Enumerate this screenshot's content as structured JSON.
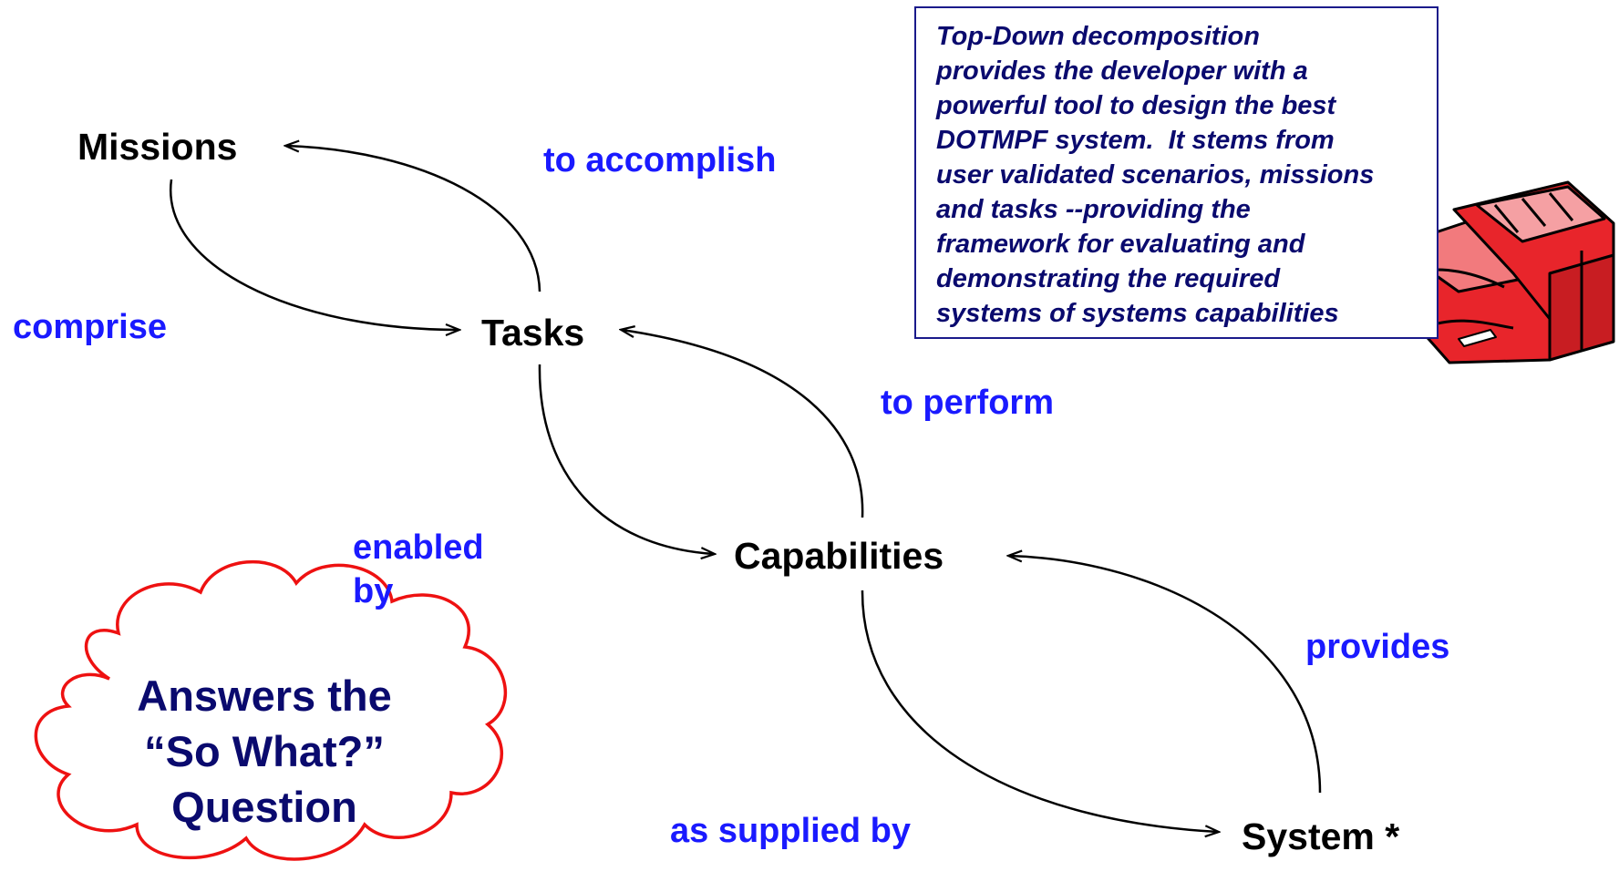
{
  "nodes": {
    "missions": "Missions",
    "tasks": "Tasks",
    "capabilities": "Capabilities",
    "system": "System *"
  },
  "relations": {
    "to_accomplish": "to accomplish",
    "comprise": "comprise",
    "to_perform": "to perform",
    "enabled_by_line1": "enabled",
    "enabled_by_line2": "by",
    "provides": "provides",
    "as_supplied_by": "as supplied by"
  },
  "callout": {
    "lines": [
      "Top-Down decomposition",
      "provides the developer with a",
      "powerful tool to design the best",
      "DOTMPF system.  It stems from",
      "user validated scenarios, missions",
      "and tasks --providing the",
      "framework for evaluating and",
      "demonstrating the required",
      "systems of systems capabilities"
    ]
  },
  "cloud": {
    "lines": [
      "Answers the",
      "“So What?”",
      "Question"
    ]
  },
  "colors": {
    "relation_text": "#1a1aff",
    "callout_text": "#0a0a6e",
    "cloud_outline": "#ee1111",
    "toolbox_red": "#e8252b"
  },
  "icons": {
    "toolbox": "toolbox-icon",
    "cloud": "cloud-shape"
  }
}
